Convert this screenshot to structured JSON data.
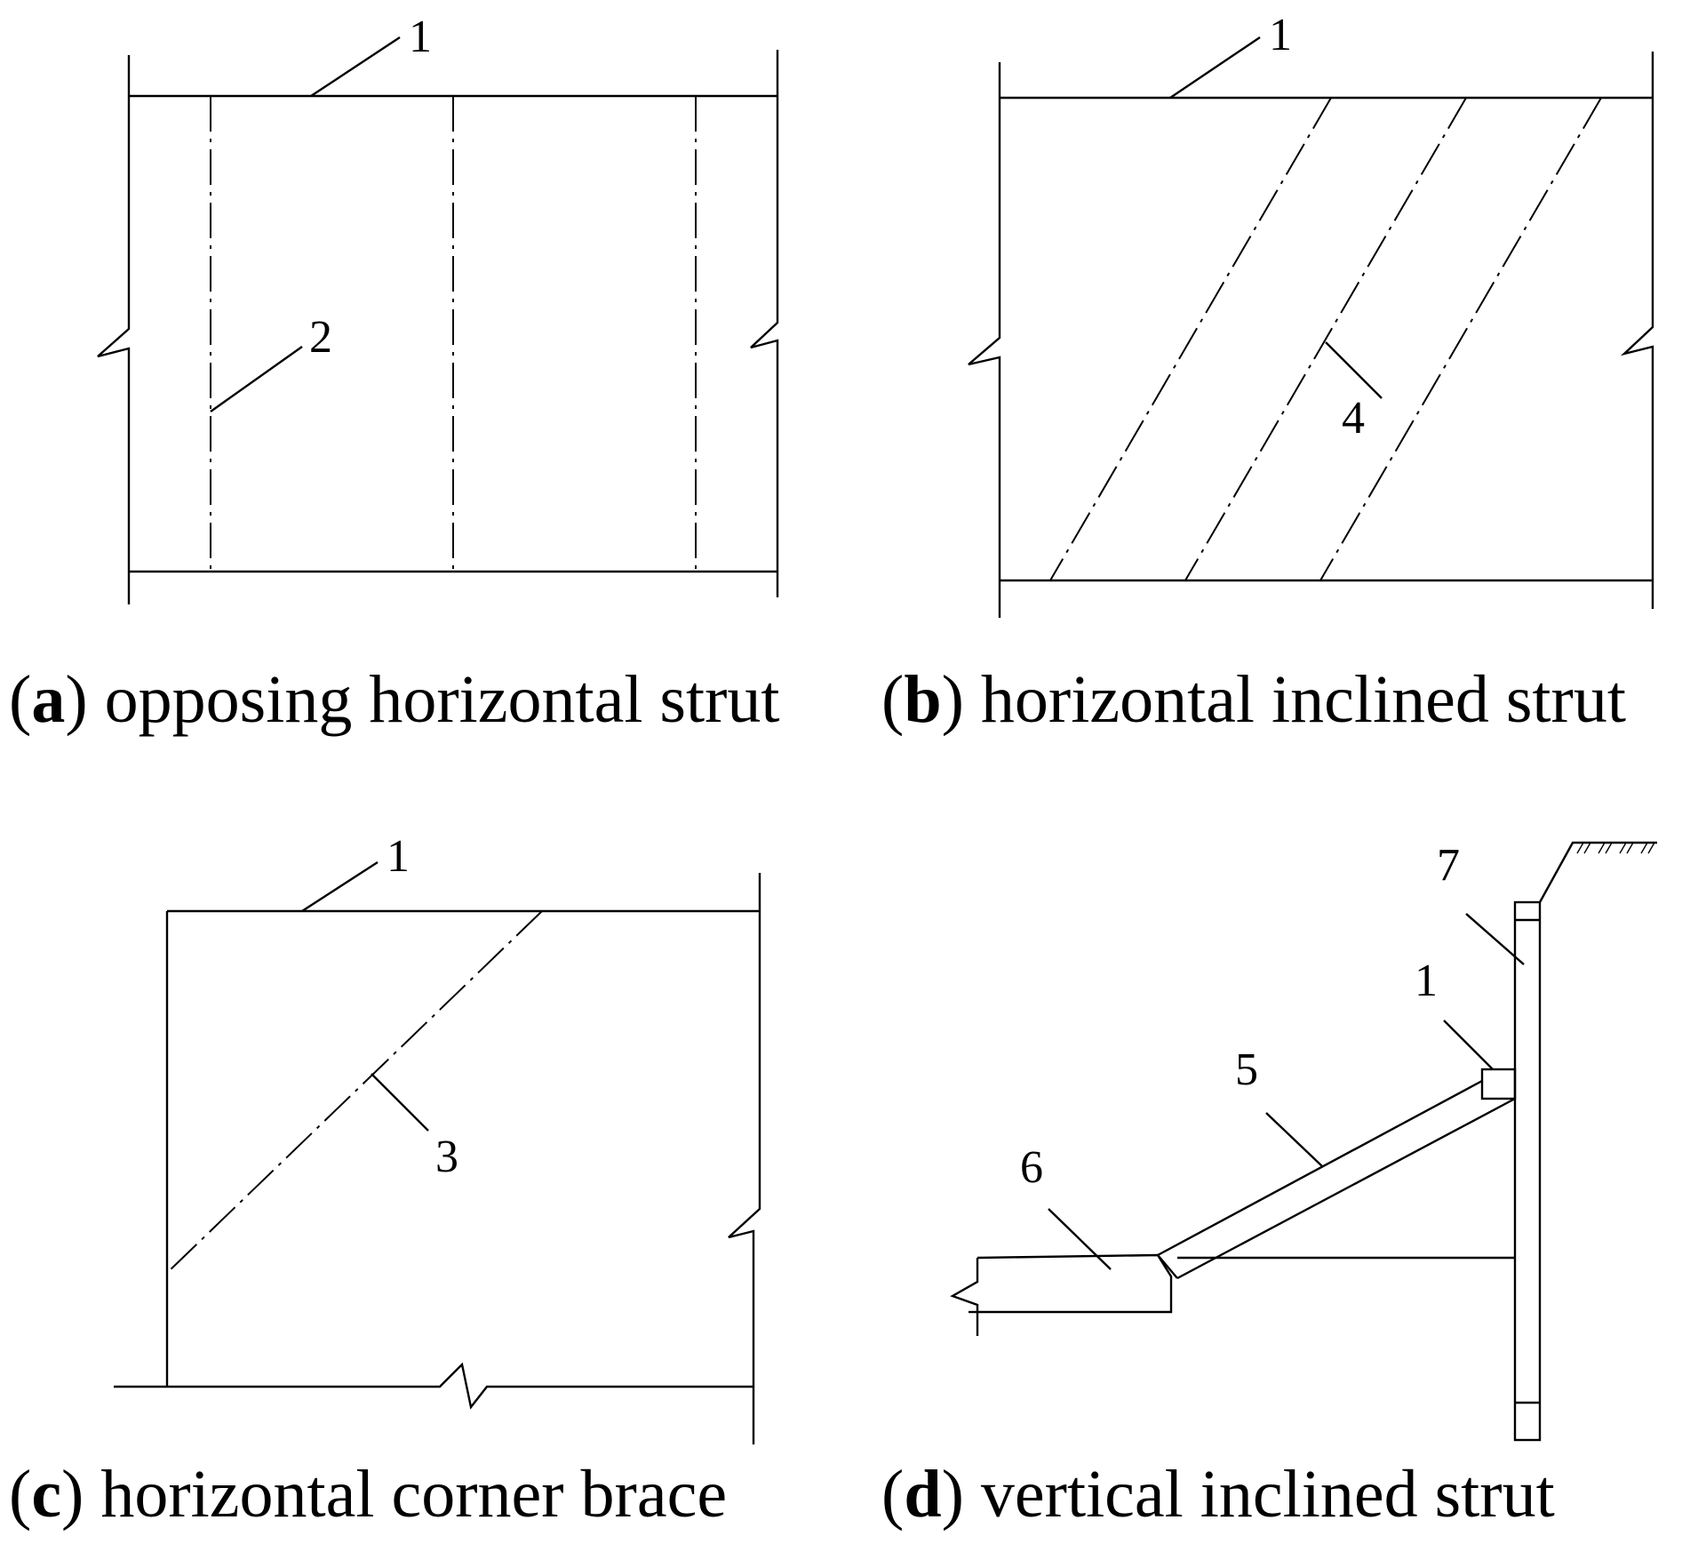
{
  "panels": [
    {
      "id": "a",
      "caption_letter": "a",
      "caption_text": "opposing horizontal strut",
      "labels": [
        "1",
        "2"
      ]
    },
    {
      "id": "b",
      "caption_letter": "b",
      "caption_text": "horizontal inclined strut",
      "labels": [
        "1",
        "4"
      ]
    },
    {
      "id": "c",
      "caption_letter": "c",
      "caption_text": "horizontal corner brace",
      "labels": [
        "1",
        "3"
      ]
    },
    {
      "id": "d",
      "caption_letter": "d",
      "caption_text": "vertical inclined strut",
      "labels": [
        "7",
        "1",
        "5",
        "6"
      ]
    }
  ],
  "colors": {
    "line": "#000000",
    "background": "#ffffff"
  }
}
